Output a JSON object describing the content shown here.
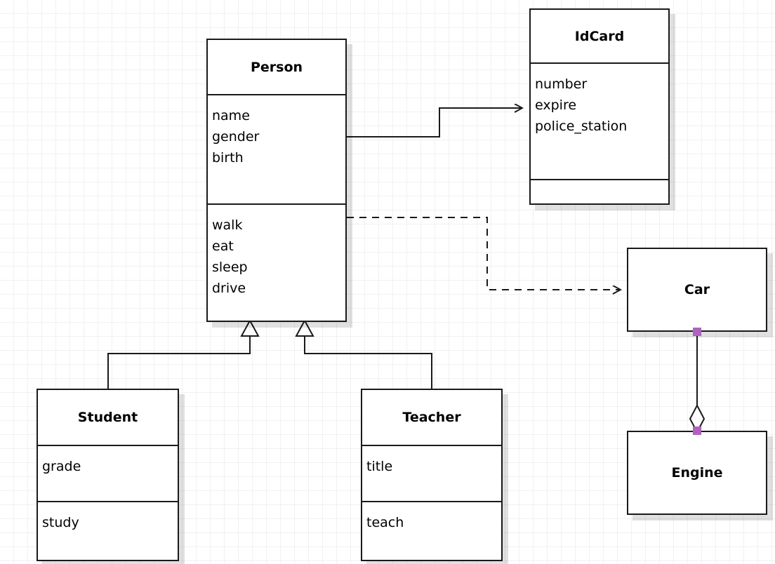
{
  "diagram": {
    "type": "uml-class-diagram",
    "background": "#ffffff",
    "grid_color": "#f1f1f1",
    "line_color": "#1a1a1a",
    "accent_color": "#af63be"
  },
  "classes": [
    {
      "key": "person",
      "name": "Person",
      "attributes": [
        "name",
        "gender",
        "birth"
      ],
      "operations": [
        "walk",
        "eat",
        "sleep",
        "drive"
      ]
    },
    {
      "key": "idcard",
      "name": "IdCard",
      "attributes": [
        "number",
        "expire",
        "police_station"
      ],
      "operations": []
    },
    {
      "key": "student",
      "name": "Student",
      "attributes": [
        "grade"
      ],
      "operations": [
        "study"
      ]
    },
    {
      "key": "teacher",
      "name": "Teacher",
      "attributes": [
        "title"
      ],
      "operations": [
        "teach"
      ]
    },
    {
      "key": "car",
      "name": "Car",
      "attributes": [],
      "operations": []
    },
    {
      "key": "engine",
      "name": "Engine",
      "attributes": [],
      "operations": []
    }
  ],
  "relationships": [
    {
      "key": "person-idcard",
      "kind": "association",
      "from": "Person",
      "to": "IdCard",
      "style": "solid",
      "arrow": "open"
    },
    {
      "key": "person-car",
      "kind": "dependency",
      "from": "Person",
      "to": "Car",
      "style": "dashed",
      "arrow": "open"
    },
    {
      "key": "student-person",
      "kind": "generalization",
      "from": "Student",
      "to": "Person",
      "style": "solid",
      "arrow": "hollow-triangle"
    },
    {
      "key": "teacher-person",
      "kind": "generalization",
      "from": "Teacher",
      "to": "Person",
      "style": "solid",
      "arrow": "hollow-triangle"
    },
    {
      "key": "car-engine",
      "kind": "aggregation",
      "from": "Car",
      "to": "Engine",
      "style": "solid",
      "arrow": "hollow-diamond"
    }
  ]
}
